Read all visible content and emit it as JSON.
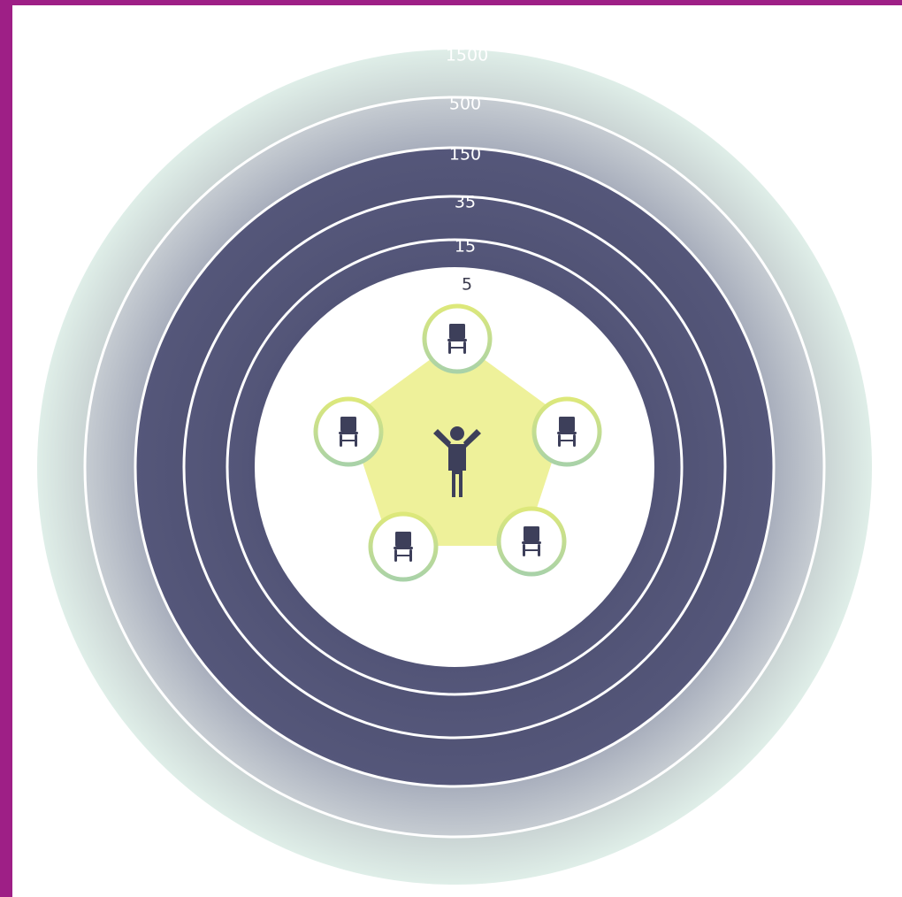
{
  "diagram": {
    "rings": [
      {
        "label": "1500",
        "label_color": "#ffffff"
      },
      {
        "label": "500",
        "label_color": "#ffffff"
      },
      {
        "label": "150",
        "label_color": "#ffffff"
      },
      {
        "label": "35",
        "label_color": "#ffffff"
      },
      {
        "label": "15",
        "label_color": "#ffffff"
      },
      {
        "label": "5",
        "label_color": "#3a3a4c"
      }
    ],
    "colors": {
      "frame_border": "#9e1f86",
      "background": "#ffffff",
      "outer_ring_edge": "#dfeee8",
      "outer_ring_inner": "#c9d3d3",
      "ring_500_outer": "#c6ccd2",
      "ring_500_inner": "#9aa0b2",
      "dark_ring": "#55577a",
      "dark_ring_deep": "#4b4d6f",
      "separator": "#ffffff",
      "inner_disc": "#ffffff",
      "pentagon": "#eef19a",
      "seat_circle_fill": "#ffffff",
      "seat_circle_border_yellow": "#dde87a",
      "seat_circle_border_green": "#a9d2a8",
      "icon_color": "#3d3f5a"
    },
    "center_icon": "person-icon",
    "seat_icon": "chair-icon",
    "seat_count": 5
  }
}
